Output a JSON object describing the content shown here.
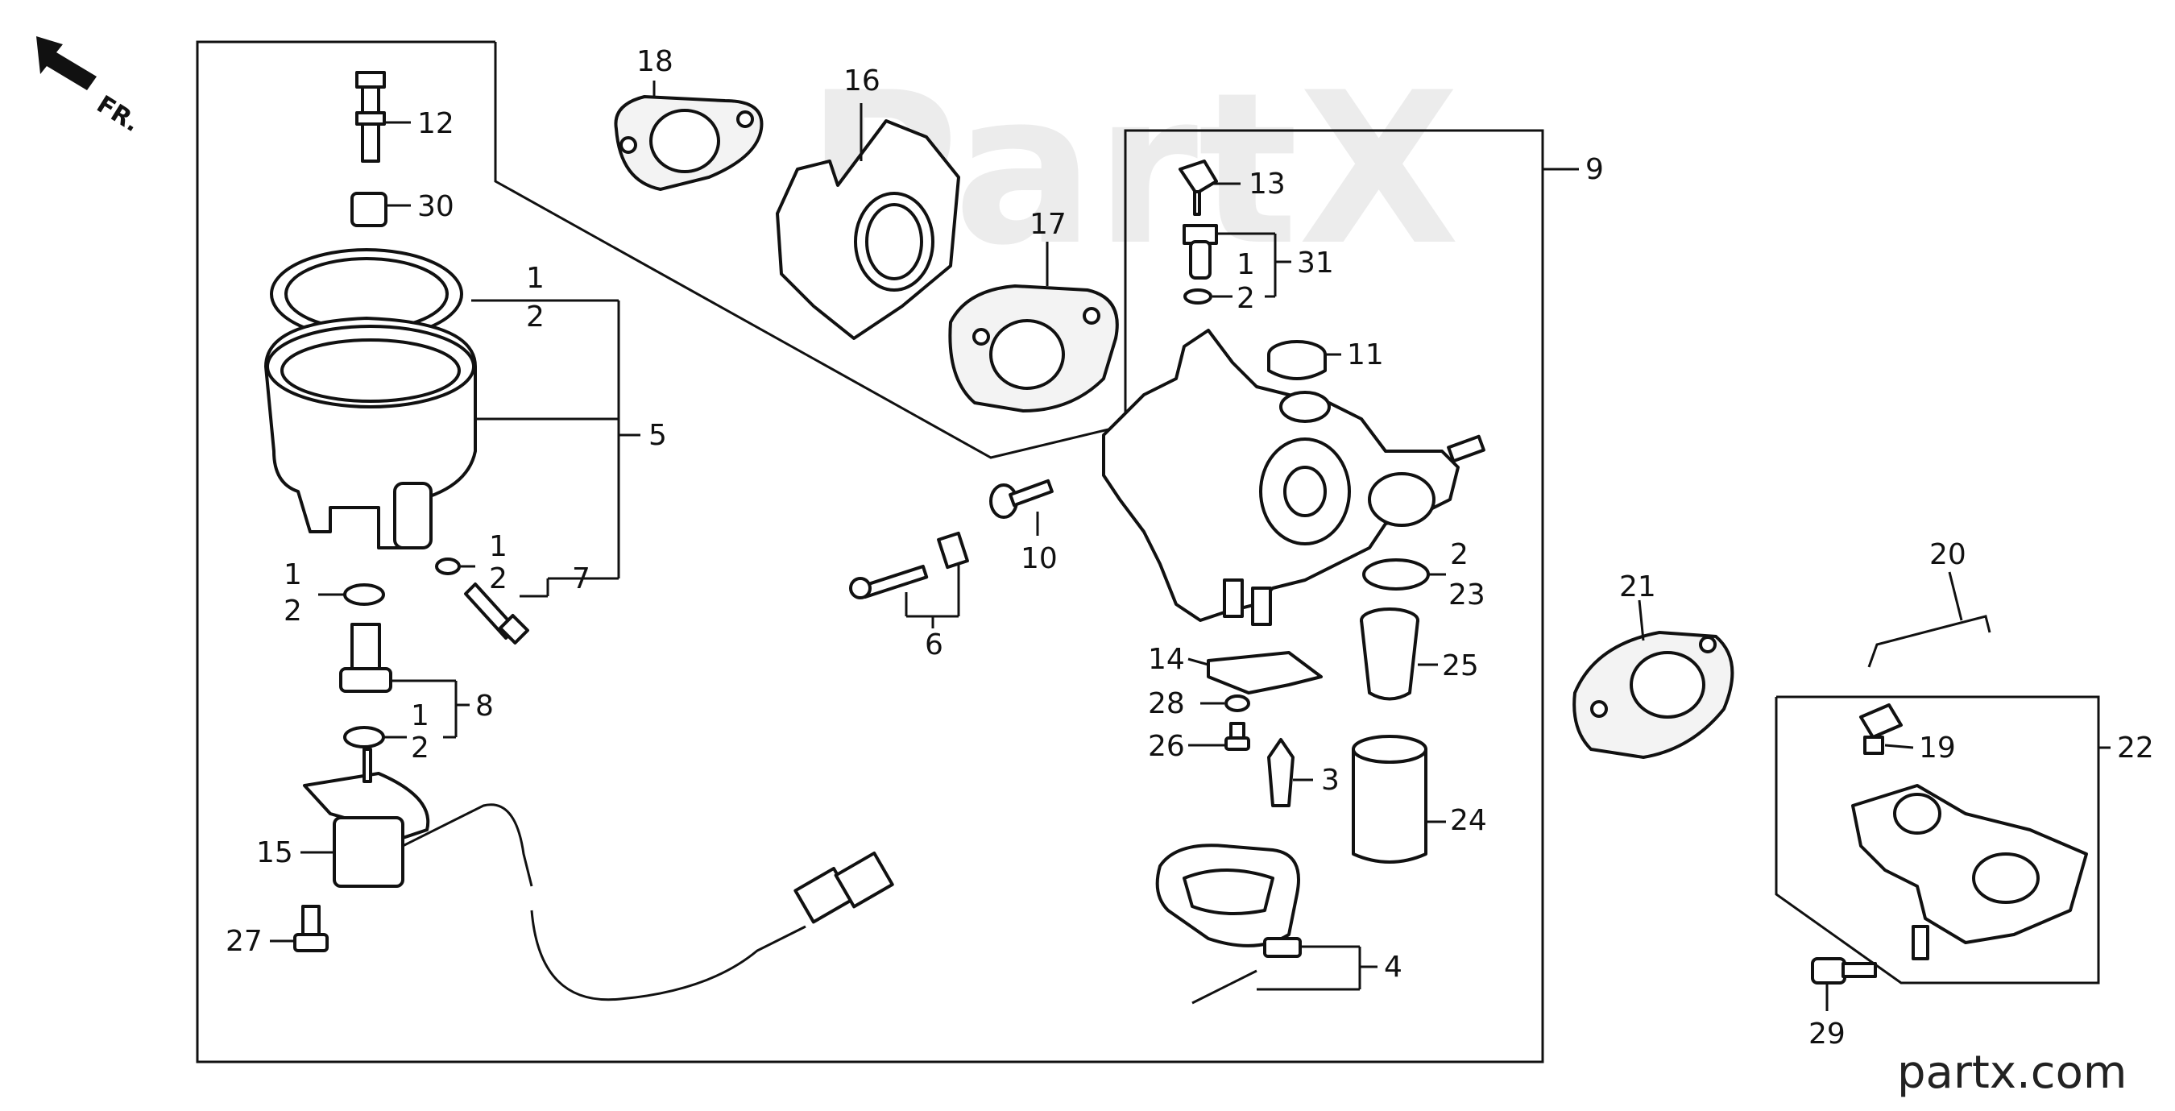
{
  "diagram": {
    "orientation_label": "FR.",
    "watermark_text": "PartX",
    "brand": "partx.com",
    "callouts": {
      "c1": "1",
      "c2": "2",
      "c3": "3",
      "c4": "4",
      "c5": "5",
      "c6": "6",
      "c7": "7",
      "c8": "8",
      "c9": "9",
      "c10": "10",
      "c11": "11",
      "c12": "12",
      "c13": "13",
      "c14": "14",
      "c15": "15",
      "c16": "16",
      "c17": "17",
      "c18": "18",
      "c19": "19",
      "c20": "20",
      "c21": "21",
      "c22": "22",
      "c23": "23",
      "c24": "24",
      "c25": "25",
      "c26": "26",
      "c27": "27",
      "c28": "28",
      "c29": "29",
      "c30": "30",
      "c31": "31"
    }
  }
}
